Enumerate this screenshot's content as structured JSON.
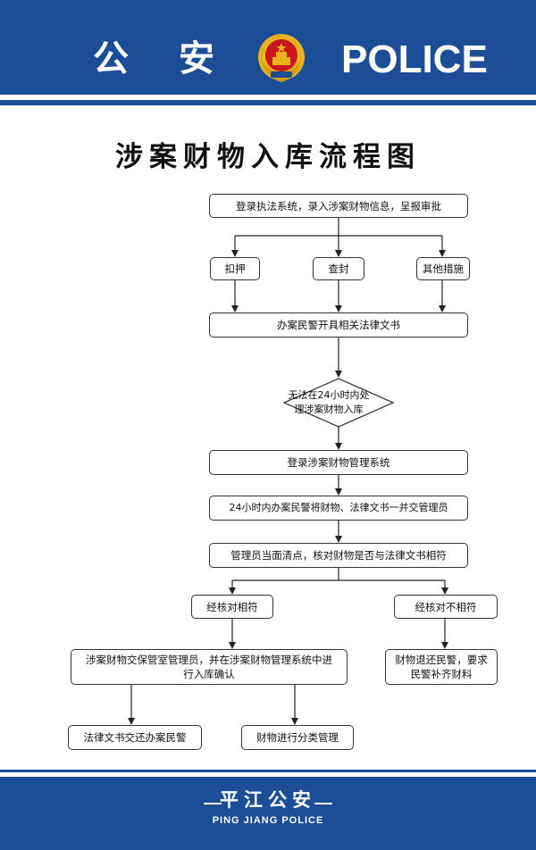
{
  "header": {
    "left_text": "公安",
    "right_text": "POLICE"
  },
  "title": "涉案财物入库流程图",
  "steps": {
    "login": "登录执法系统，录入涉案财物信息，呈报审批",
    "detain": "扣押",
    "seal": "查封",
    "other": "其他措施",
    "documents": "办案民警开具相关法律文书",
    "decision": "无法在24小时内处\n理涉案财物入库",
    "login_mgmt": "登录涉案财物管理系统",
    "handover": "24小时内办案民警将财物、法律文书一并交管理员",
    "check": "管理员当面清点，核对财物是否与法律文书相符",
    "match": "经核对相符",
    "mismatch": "经核对不相符",
    "deliver": "涉案财物交保管室管理员，并在涉案财物管理系统中进行入库确认",
    "return": "财物退还民警，要求民警补齐财料",
    "docs_back": "法律文书交还办案民警",
    "classify": "财物进行分类管理"
  },
  "footer": {
    "cn": "平江公安",
    "en": "PING JIANG POLICE"
  },
  "colors": {
    "brand_blue": "#1b4e97",
    "emblem_red": "#c8161d",
    "emblem_gold": "#e7b21e"
  }
}
